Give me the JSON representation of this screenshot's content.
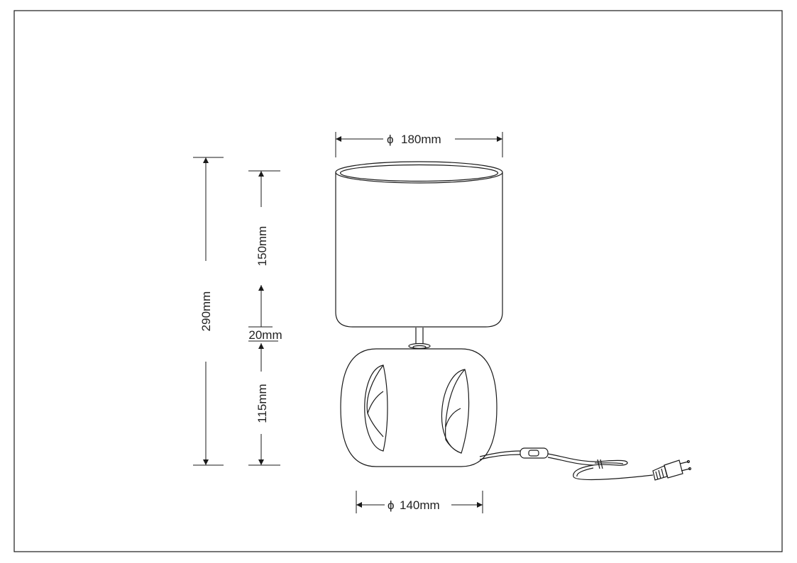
{
  "drawing": {
    "dimensions": {
      "shade_diameter": "180mm",
      "base_diameter": "140mm",
      "total_height": "290mm",
      "shade_height": "150mm",
      "neck_height": "20mm",
      "base_height": "115mm",
      "diameter_symbol": "ϕ"
    },
    "colors": {
      "line": "#1a1a1a",
      "background": "#ffffff"
    }
  }
}
